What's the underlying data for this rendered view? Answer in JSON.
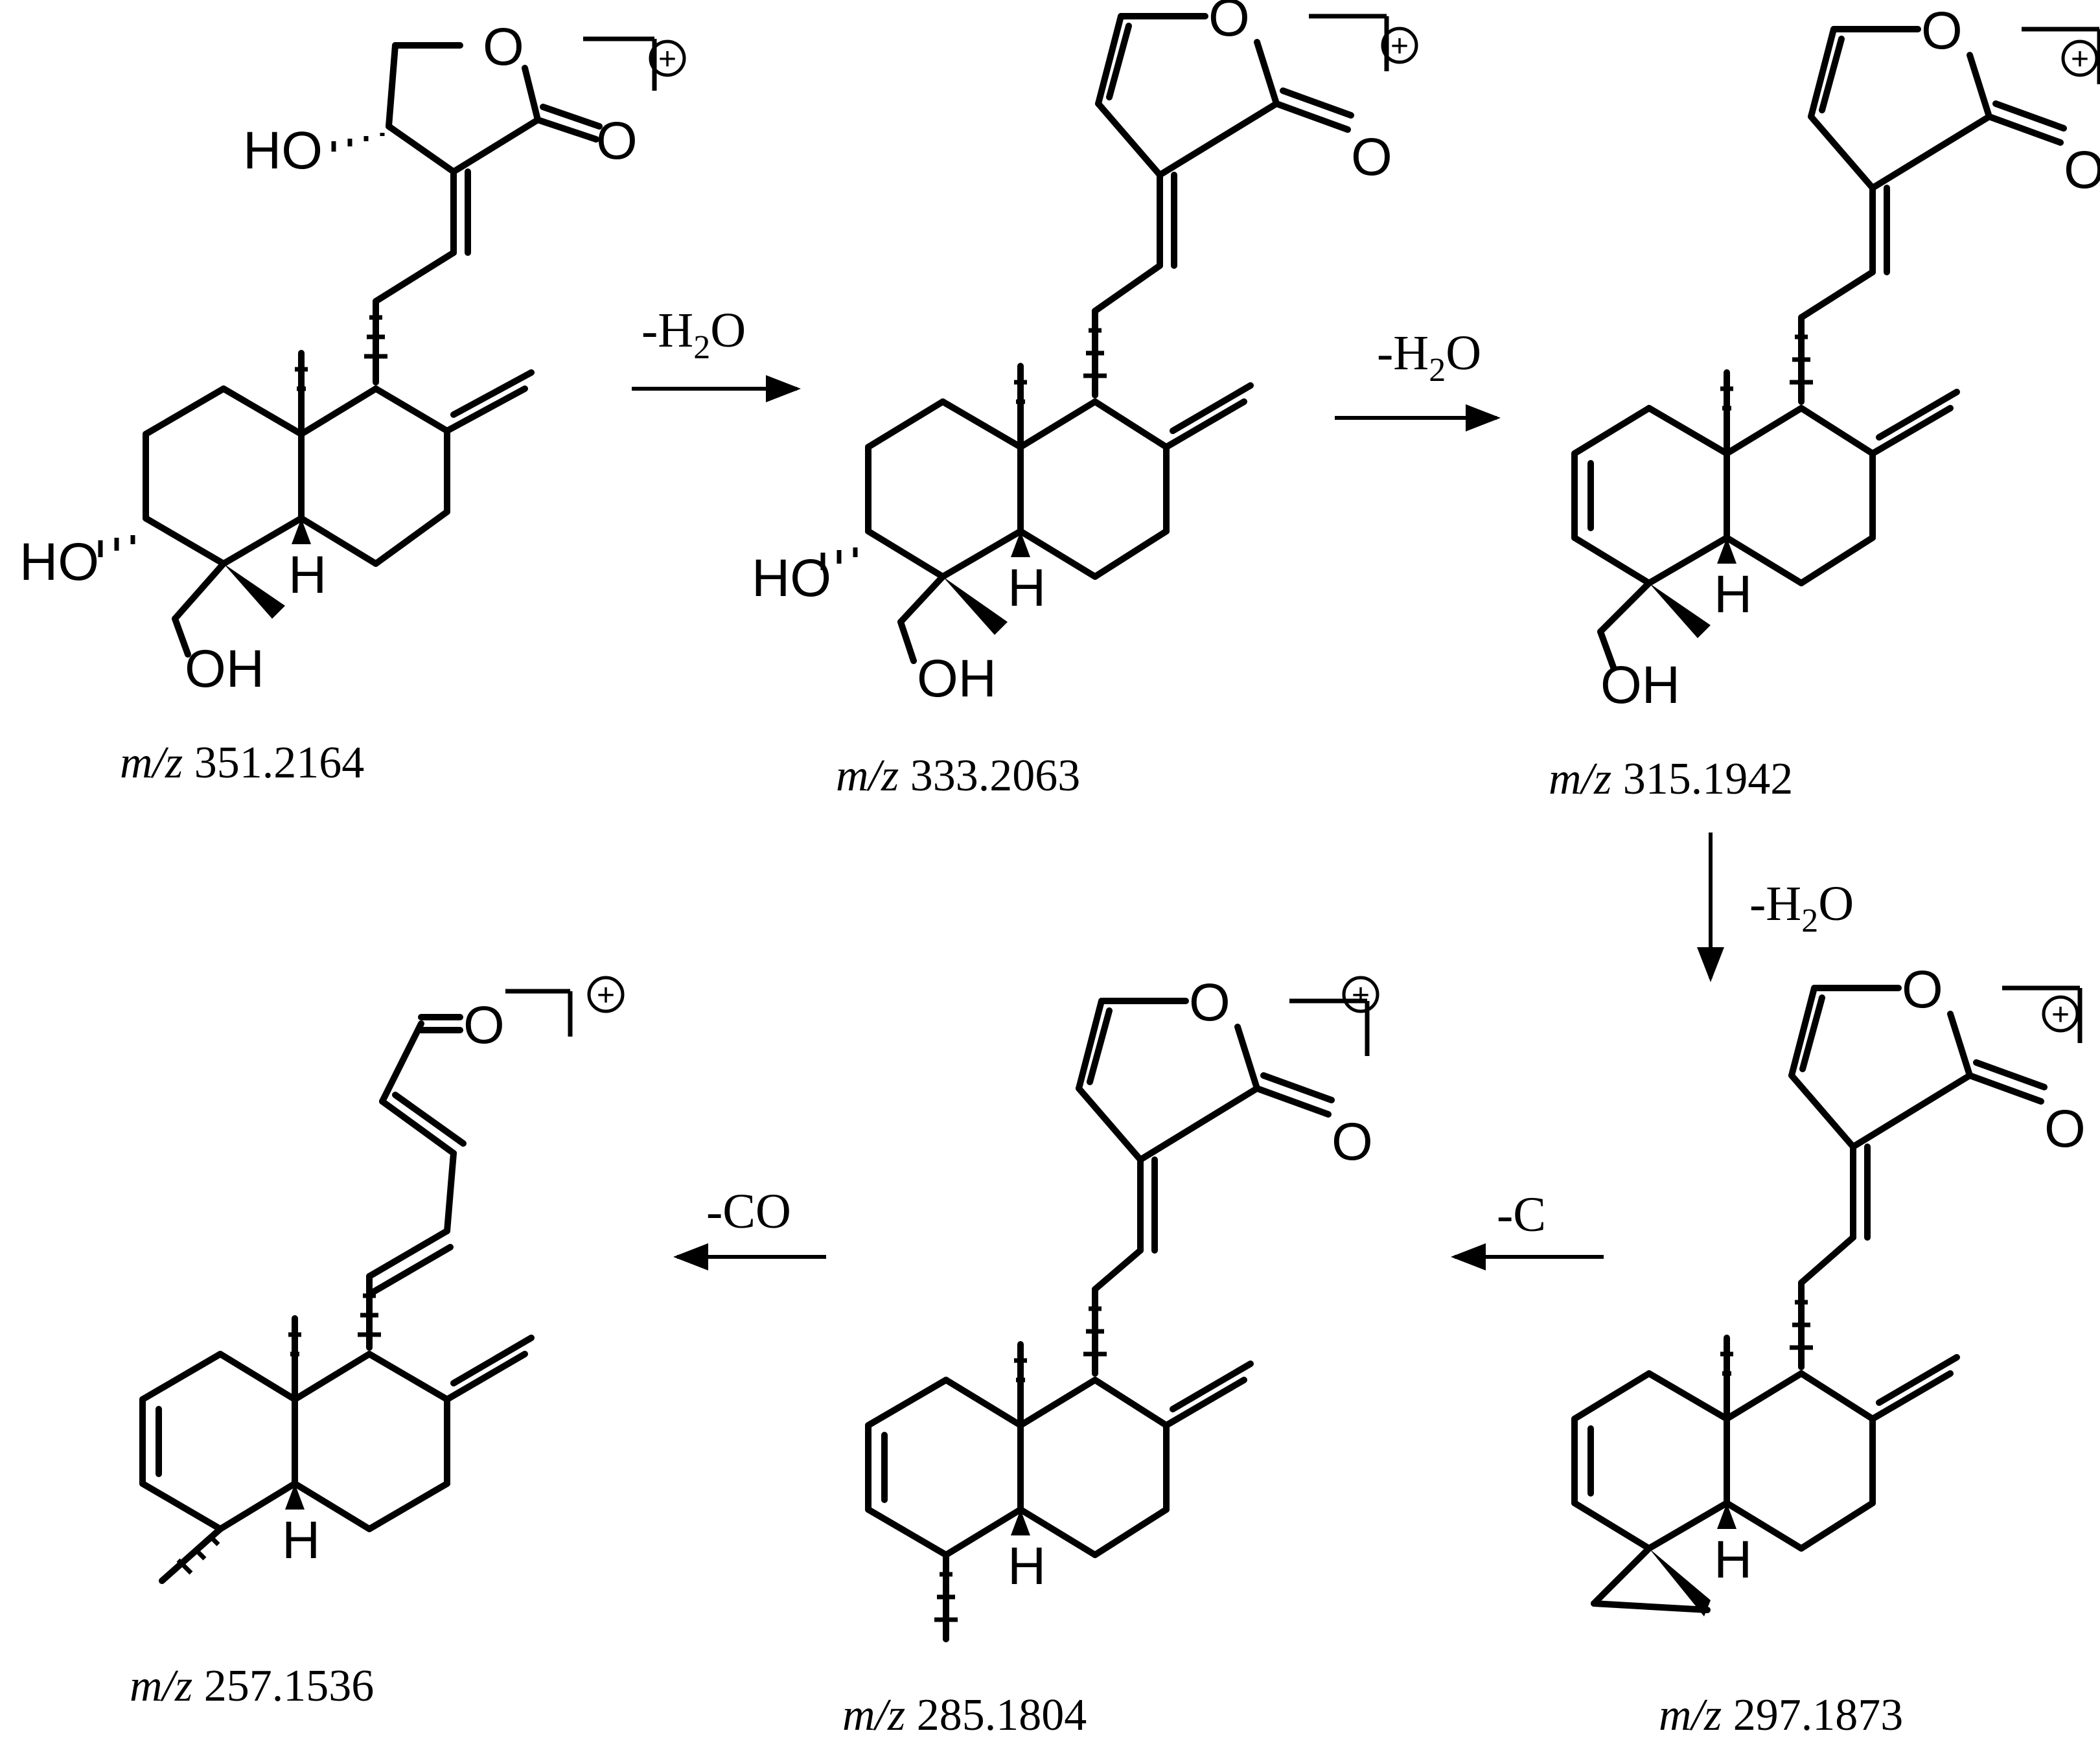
{
  "molecules": [
    {
      "id": "m1",
      "mz_prefix": "m/z",
      "mz_value": "351.2164"
    },
    {
      "id": "m2",
      "mz_prefix": "m/z",
      "mz_value": "333.2063"
    },
    {
      "id": "m3",
      "mz_prefix": "m/z",
      "mz_value": "315.1942"
    },
    {
      "id": "m4",
      "mz_prefix": "m/z",
      "mz_value": "297.1873"
    },
    {
      "id": "m5",
      "mz_prefix": "m/z",
      "mz_value": "285.1804"
    },
    {
      "id": "m6",
      "mz_prefix": "m/z",
      "mz_value": "257.1536"
    }
  ],
  "reactions": [
    {
      "label_main": "-H",
      "label_sub": "2",
      "label_tail": "O"
    },
    {
      "label_main": "-H",
      "label_sub": "2",
      "label_tail": "O"
    },
    {
      "label_main": "-H",
      "label_sub": "2",
      "label_tail": "O"
    },
    {
      "label_main": "-C",
      "label_sub": "",
      "label_tail": ""
    },
    {
      "label_main": "-CO",
      "label_sub": "",
      "label_tail": ""
    }
  ],
  "atoms": {
    "oxygen": "O",
    "hydroxyl": "OH",
    "hydroxyl_left": "HO",
    "hydrogen": "H",
    "charge": "+"
  }
}
